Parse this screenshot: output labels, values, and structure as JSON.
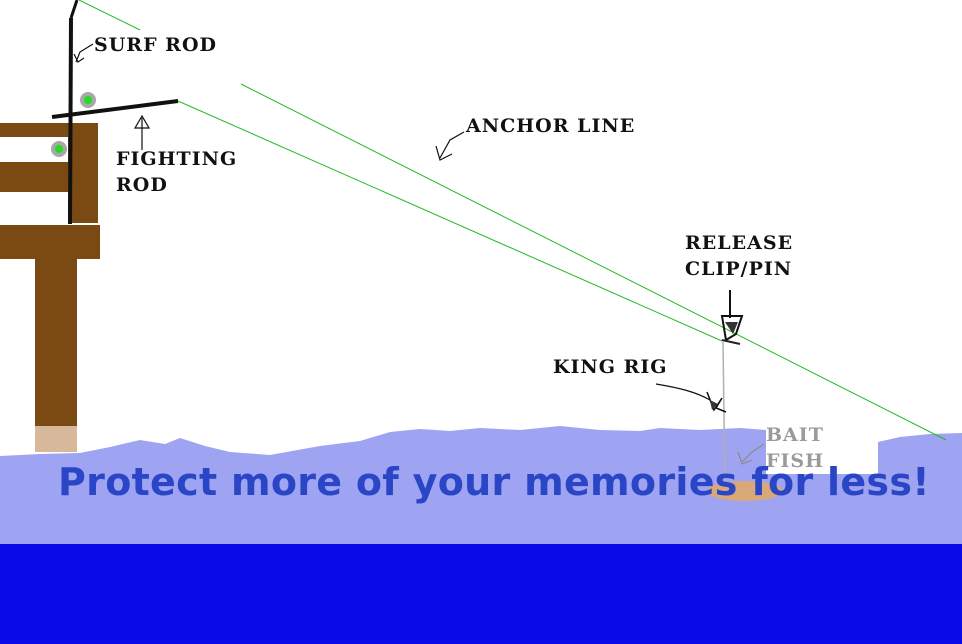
{
  "labels": {
    "surf_rod": "SURF ROD",
    "fighting_rod_line1": "FIGHTING",
    "fighting_rod_line2": "ROD",
    "anchor_line": "ANCHOR LINE",
    "release_line1": "RELEASE",
    "release_line2": "CLIP/PIN",
    "king_rig": "KING RIG",
    "bait_line1": "BAIT",
    "bait_line2": "FISH"
  },
  "banner": {
    "text": "Protect more of your memories for less!"
  },
  "colors": {
    "pier_wood": "#7a4a12",
    "pier_base": "#d8b89a",
    "water_shallow": "#9ea4f2",
    "water_deep": "#0a0ae8",
    "line_green": "#22bb22",
    "rod": "#111111",
    "banner_text": "#2a46c6",
    "bait_fish": "#d8a878",
    "label_dark": "#111111",
    "label_grey": "#9a9a9a"
  }
}
